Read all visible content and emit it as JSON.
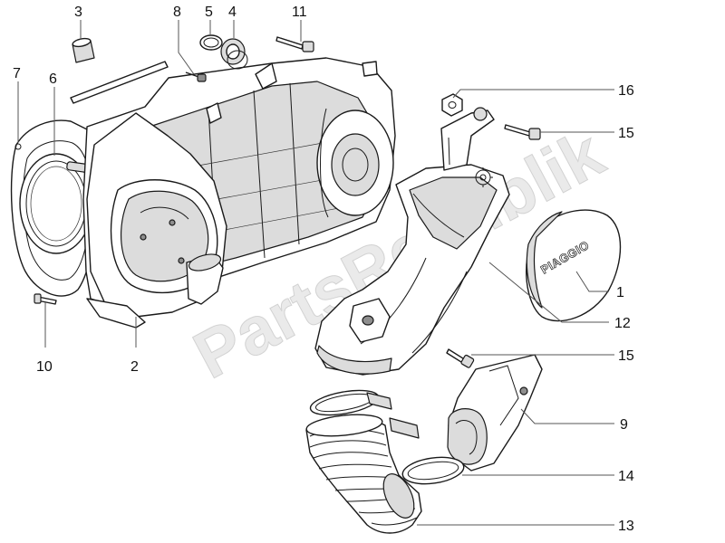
{
  "diagram": {
    "watermark": "PartsRepublik",
    "cover_logo": "PIAGGIO",
    "callouts": [
      {
        "id": "1",
        "label": "1"
      },
      {
        "id": "2",
        "label": "2"
      },
      {
        "id": "3",
        "label": "3"
      },
      {
        "id": "4",
        "label": "4"
      },
      {
        "id": "5",
        "label": "5"
      },
      {
        "id": "6",
        "label": "6"
      },
      {
        "id": "7",
        "label": "7"
      },
      {
        "id": "8",
        "label": "8"
      },
      {
        "id": "9",
        "label": "9"
      },
      {
        "id": "10",
        "label": "10"
      },
      {
        "id": "11",
        "label": "11"
      },
      {
        "id": "12",
        "label": "12"
      },
      {
        "id": "13",
        "label": "13"
      },
      {
        "id": "14",
        "label": "14"
      },
      {
        "id": "15a",
        "label": "15"
      },
      {
        "id": "15b",
        "label": "15"
      },
      {
        "id": "16",
        "label": "16"
      }
    ]
  }
}
